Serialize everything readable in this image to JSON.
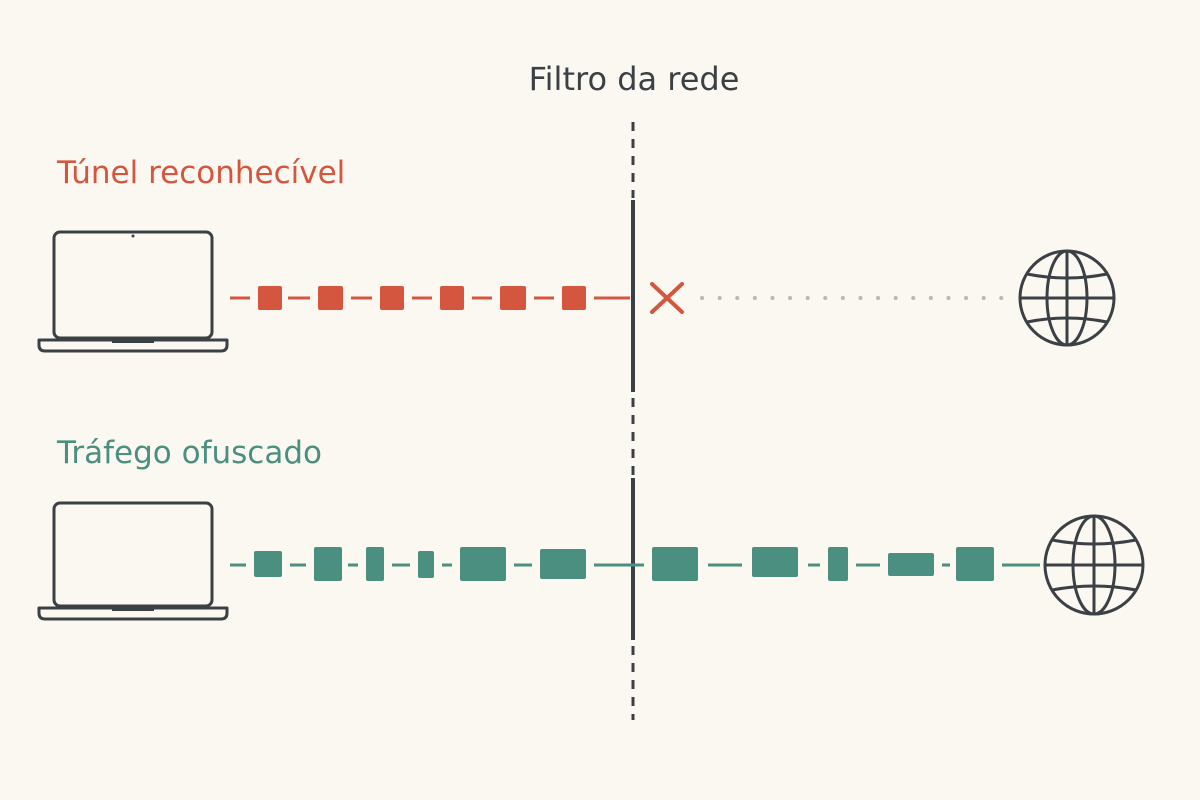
{
  "filter": {
    "title": "Filtro da rede"
  },
  "recognized_tunnel": {
    "label": "Túnel reconhecível",
    "color": "#d4563e",
    "status_icon": "blocked-x-icon",
    "source_icon": "laptop-icon",
    "destination_icon": "globe-icon"
  },
  "obfuscated_traffic": {
    "label": "Tráfego ofuscado",
    "color": "#4a8f7f",
    "source_icon": "laptop-icon",
    "destination_icon": "globe-icon"
  },
  "colors": {
    "background": "#fbf8f2",
    "ink": "#3b4045",
    "dotted_path": "#b8b8b4"
  }
}
